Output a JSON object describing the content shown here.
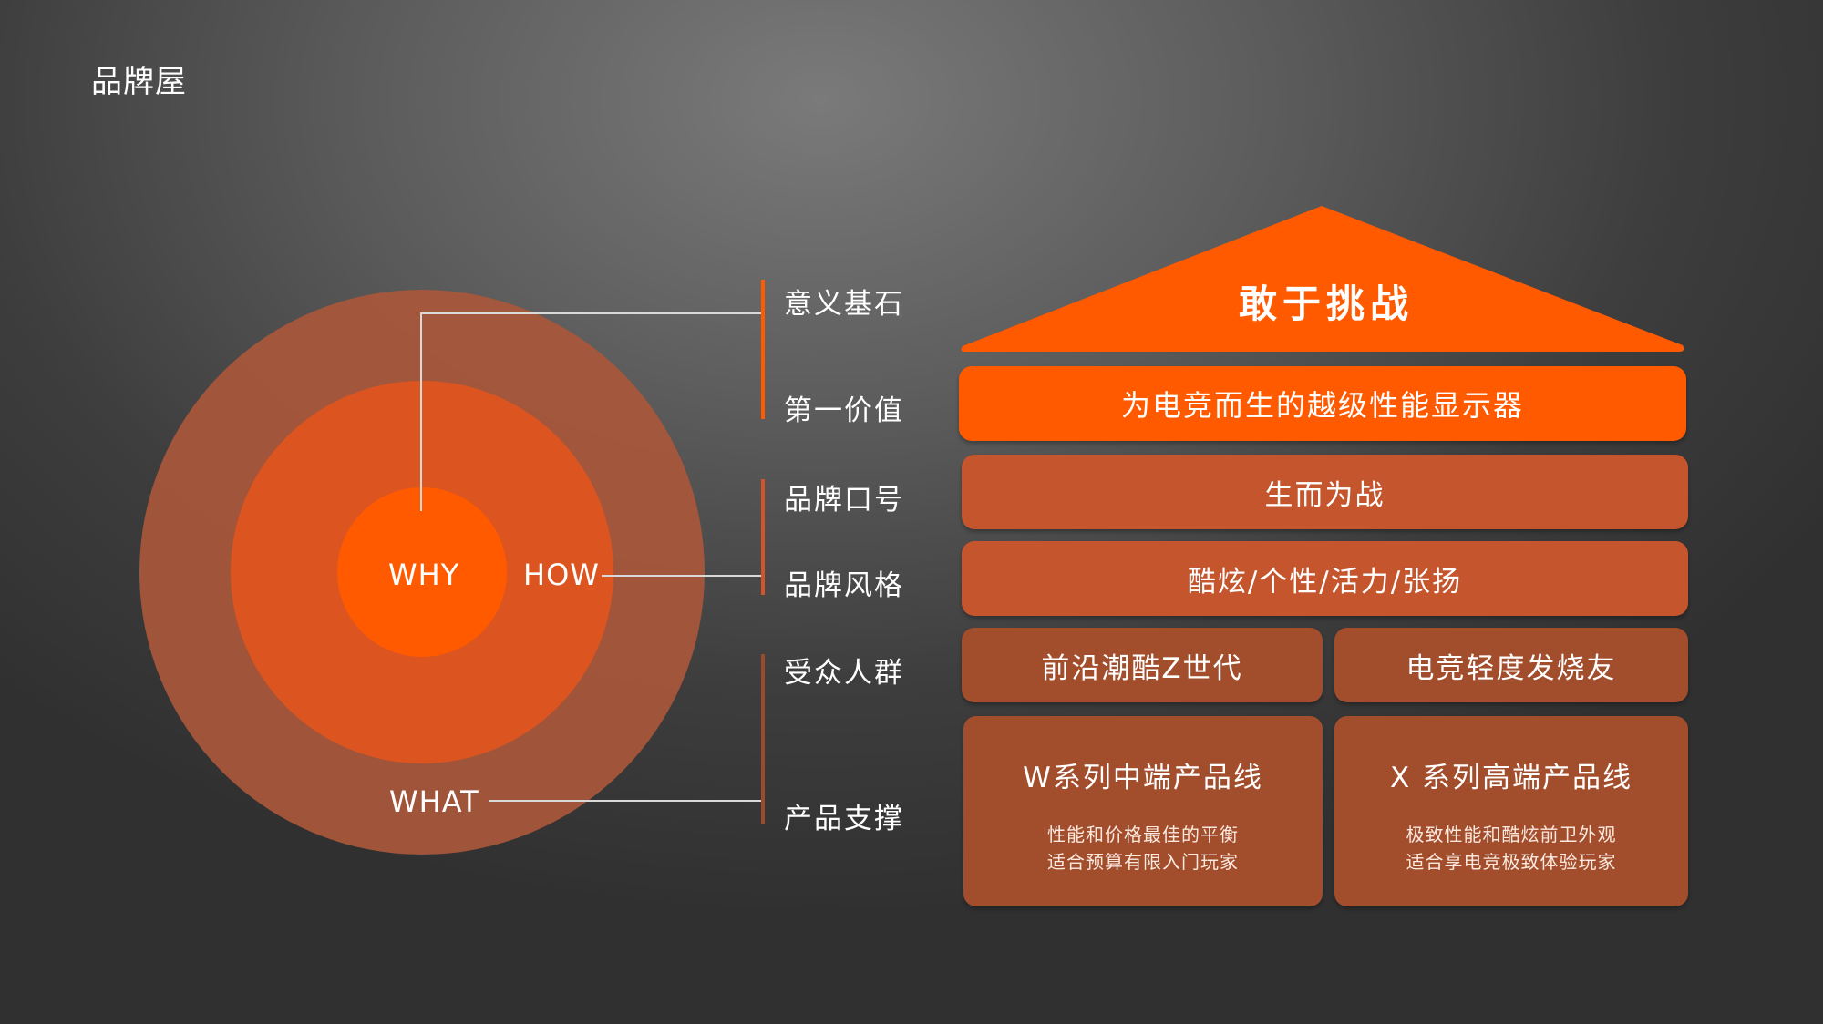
{
  "page": {
    "title": "品牌屋"
  },
  "circles": {
    "why": "WHY",
    "how": "HOW",
    "what": "WHAT"
  },
  "side_labels": {
    "meaning": "意义基石",
    "first_value": "第一价值",
    "slogan": "品牌口号",
    "style": "品牌风格",
    "audience": "受众人群",
    "product": "产品支撑"
  },
  "house": {
    "roof": "敢于挑战",
    "first_value": "为电竞而生的越级性能显示器",
    "slogan": "生而为战",
    "style": "酷炫/个性/活力/张扬",
    "audience": [
      "前沿潮酷Z世代",
      "电竞轻度发烧友"
    ],
    "products": [
      {
        "title": "W系列中端产品线",
        "desc1": "性能和价格最佳的平衡",
        "desc2": "适合预算有限入门玩家"
      },
      {
        "title": "X 系列高端产品线",
        "desc1": "极致性能和酷炫前卫外观",
        "desc2": "适合享电竞极致体验玩家"
      }
    ]
  },
  "colors": {
    "accent": "#ff5a00",
    "secondary": "#c4552c",
    "dark": "#a24e2d"
  }
}
